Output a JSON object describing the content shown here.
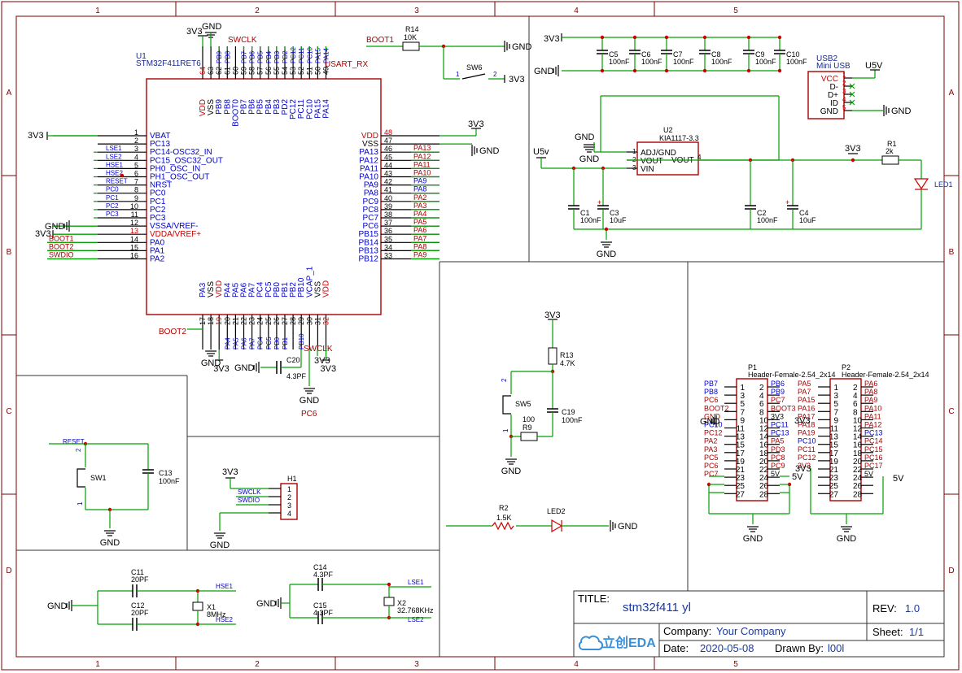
{
  "sheet": {
    "col_labels": [
      "1",
      "2",
      "3",
      "4",
      "5"
    ],
    "row_labels": [
      "A",
      "B",
      "C",
      "D"
    ]
  },
  "title_block": {
    "title_label": "TITLE:",
    "title": "stm32f411 yl",
    "rev_label": "REV:",
    "rev": "1.0",
    "company_label": "Company:",
    "company": "Your Company",
    "sheet_label": "Sheet:",
    "sheet": "1/1",
    "date_label": "Date:",
    "date": "2020-05-08",
    "drawn_label": "Drawn By:",
    "drawn": "l00l",
    "logo_text": "立创EDA"
  },
  "colors": {
    "wire": "#00a000",
    "ic": "#aa0000",
    "pin_blue": "#0000cc",
    "net_red": "#aa0000",
    "text": "#000000",
    "frame": "#7a0000"
  },
  "u1": {
    "ref": "U1",
    "part": "STM32F411RET6",
    "left_pins": [
      [
        "1",
        "VBAT"
      ],
      [
        "2",
        "PC13"
      ],
      [
        "3",
        "PC14-OSC32_IN"
      ],
      [
        "4",
        "PC15_OSC32_OUT"
      ],
      [
        "5",
        "PH0_OSC_IN"
      ],
      [
        "6",
        "PH1_OSC_OUT"
      ],
      [
        "7",
        "NRST"
      ],
      [
        "8",
        "PC0"
      ],
      [
        "9",
        "PC1"
      ],
      [
        "10",
        "PC2"
      ],
      [
        "11",
        "PC3"
      ],
      [
        "12",
        "VSSA/VREF-"
      ],
      [
        "13",
        "VDDA/VREF+"
      ],
      [
        "14",
        "PA0"
      ],
      [
        "15",
        "PA1"
      ],
      [
        "16",
        "PA2"
      ]
    ],
    "right_pins": [
      [
        "48",
        "VDD"
      ],
      [
        "47",
        "VSS"
      ],
      [
        "46",
        "PA13"
      ],
      [
        "45",
        "PA12"
      ],
      [
        "44",
        "PA11"
      ],
      [
        "43",
        "PA10"
      ],
      [
        "42",
        "PA9"
      ],
      [
        "41",
        "PA8"
      ],
      [
        "40",
        "PC9"
      ],
      [
        "39",
        "PC8"
      ],
      [
        "38",
        "PC7"
      ],
      [
        "37",
        "PC6"
      ],
      [
        "36",
        "PB15"
      ],
      [
        "35",
        "PB14"
      ],
      [
        "34",
        "PB13"
      ],
      [
        "33",
        "PB12"
      ]
    ],
    "top_pins": [
      [
        "64",
        "VDD"
      ],
      [
        "63",
        "VSS"
      ],
      [
        "62",
        "PB9"
      ],
      [
        "61",
        "PB8"
      ],
      [
        "60",
        "BOOT0"
      ],
      [
        "59",
        "PB7"
      ],
      [
        "58",
        "PB6"
      ],
      [
        "57",
        "PB5"
      ],
      [
        "56",
        "PB4"
      ],
      [
        "55",
        "PB3"
      ],
      [
        "54",
        "PD2"
      ],
      [
        "53",
        "PC12"
      ],
      [
        "52",
        "PC11"
      ],
      [
        "51",
        "PC10"
      ],
      [
        "50",
        "PA15"
      ],
      [
        "49",
        "PA14"
      ]
    ],
    "bottom_pins": [
      [
        "17",
        "PA3"
      ],
      [
        "18",
        "VSS"
      ],
      [
        "19",
        "VDD"
      ],
      [
        "20",
        "PA4"
      ],
      [
        "21",
        "PA5"
      ],
      [
        "22",
        "PA6"
      ],
      [
        "23",
        "PA7"
      ],
      [
        "24",
        "PC4"
      ],
      [
        "25",
        "PC5"
      ],
      [
        "26",
        "PB0"
      ],
      [
        "27",
        "PB1"
      ],
      [
        "28",
        "PB2"
      ],
      [
        "29",
        "PB10"
      ],
      [
        "30",
        "VCAP_1"
      ],
      [
        "31",
        "VSS"
      ],
      [
        "32",
        "VDD"
      ]
    ],
    "left_nets": [
      "3V3",
      "",
      "LSE1",
      "LSE2",
      "HSE1",
      "HSE2",
      "RESET",
      "PC0",
      "PC1",
      "PC2",
      "PC3",
      "GND",
      "3V3",
      "BOOT1",
      "BOOT2",
      "SWDIO"
    ],
    "right_nets": [
      "3V3",
      "GND",
      "PA13",
      "PA12",
      "PA11",
      "PA10",
      "PA9",
      "PA8",
      "PA2",
      "PA3",
      "PA4",
      "PA5",
      "PA6",
      "PA7",
      "PA8",
      "PA9"
    ],
    "top_nets": [
      "3V3",
      "GND",
      "PB9",
      "PB8",
      "",
      "PB7",
      "PB6",
      "PB5",
      "PB4",
      "PB3",
      "PD2",
      "PC12",
      "PC11",
      "PC10",
      "PA15",
      "PA14"
    ],
    "bottom_nets": [
      "",
      "GND",
      "3V3",
      "PA4",
      "PA5",
      "PA6",
      "PA7",
      "PC4",
      "PC5",
      "PB0",
      "PB1",
      "",
      "PB10",
      "",
      "",
      "3V3"
    ],
    "extra": [
      "SWCLK",
      "USART_RX",
      "BOOT2",
      "SWCLK",
      "PC6",
      "C20",
      "4.3PF"
    ]
  },
  "power_caps": {
    "vlabel": "3V3",
    "glabel": "GND",
    "caps": [
      [
        "C5",
        "100nF"
      ],
      [
        "C6",
        "100nF"
      ],
      [
        "C7",
        "100nF"
      ],
      [
        "C8",
        "100nF"
      ],
      [
        "C9",
        "100nF"
      ],
      [
        "C10",
        "100nF"
      ]
    ]
  },
  "boot1": {
    "net": "BOOT1",
    "r": "R14",
    "rv": "10K",
    "gnd": "GND",
    "sw": "SW6",
    "p1": "1",
    "p2": "2",
    "v": "3V3"
  },
  "usb": {
    "ref": "USB2",
    "part": "Mini USB",
    "pins": [
      "VCC",
      "D-",
      "D+",
      "ID",
      "GND"
    ],
    "nums": [
      "1",
      "2",
      "3",
      "4",
      "5"
    ],
    "u5v": "U5V",
    "gnd": "GND"
  },
  "ldo": {
    "ref": "U2",
    "part": "KIA1117-3.3",
    "pins": [
      "ADJ/GND",
      "VOUT",
      "VIN"
    ],
    "nums": [
      "1",
      "2",
      "3"
    ],
    "vout_r": "VOUT",
    "pin4": "4",
    "gnd": "GND",
    "in": "U5v",
    "out": "3V3",
    "caps": [
      [
        "C1",
        "100nF"
      ],
      [
        "C3",
        "10uF"
      ],
      [
        "C2",
        "100nF"
      ],
      [
        "C4",
        "10uF"
      ]
    ],
    "r1": "R1",
    "r1v": "2k",
    "led": "LED1",
    "gnd2": "GND"
  },
  "reset": {
    "v": "3V3",
    "r13": "R13",
    "r13v": "4.7K",
    "sw": "SW5",
    "p2": "2",
    "p1": "1",
    "r9": "R9",
    "r9v": "100",
    "c19": "C19",
    "c19v": "100nF",
    "gnd": "GND"
  },
  "led2": {
    "r2": "R2",
    "r2v": "1.5K",
    "led": "LED2",
    "gnd": "GND"
  },
  "sw1": {
    "net": "RESET",
    "ref": "SW1",
    "p2": "2",
    "p1": "1",
    "c": "C13",
    "cv": "100nF",
    "gnd": "GND"
  },
  "h1": {
    "ref": "H1",
    "v": "3V3",
    "nets": [
      "SWCLK",
      "SWDIO"
    ],
    "pins": [
      "1",
      "2",
      "3",
      "4"
    ],
    "gnd": "GND"
  },
  "hse": {
    "gnd": "GND",
    "c11": "C11",
    "c11v": "20PF",
    "c12": "C12",
    "c12v": "20PF",
    "x": "X1",
    "xv": "8MHz",
    "n1": "HSE1",
    "n2": "HSE2"
  },
  "lse": {
    "gnd": "GND",
    "c14": "C14",
    "c14v": "4.3PF",
    "c15": "C15",
    "c15v": "4.3PF",
    "x": "X2",
    "xv": "32.768KHz",
    "n1": "LSE1",
    "n2": "LSE2"
  },
  "p1": {
    "ref": "P1",
    "part": "Header-Female-2.54_2x14",
    "left": [
      "PB7",
      "PB8",
      "PC6",
      "BOOT2",
      "GND",
      "PC10",
      "PC12",
      "PA2",
      "PA3",
      "PC5",
      "PC6",
      "PC7",
      "",
      ""
    ],
    "right": [
      "PB6",
      "PB9",
      "PC7",
      "BOOT3",
      "3V3",
      "PC11",
      "PC13",
      "PA5",
      "PD3",
      "PC8",
      "PC9",
      "5V",
      "",
      ""
    ],
    "gnd": "GND"
  },
  "p2": {
    "ref": "P2",
    "part": "Header-Female-2.54_2x14",
    "left": [
      "PA5",
      "PA7",
      "PA15",
      "PA16",
      "PA17",
      "PA18",
      "PA19",
      "PC10",
      "PC11",
      "PC12",
      "3V3",
      "",
      "",
      ""
    ],
    "right": [
      "PA6",
      "PA8",
      "PA9",
      "PA10",
      "PA11",
      "PA12",
      "PC13",
      "PC14",
      "PC15",
      "PC16",
      "PC17",
      "5V",
      "",
      ""
    ],
    "gnd": "GND"
  }
}
